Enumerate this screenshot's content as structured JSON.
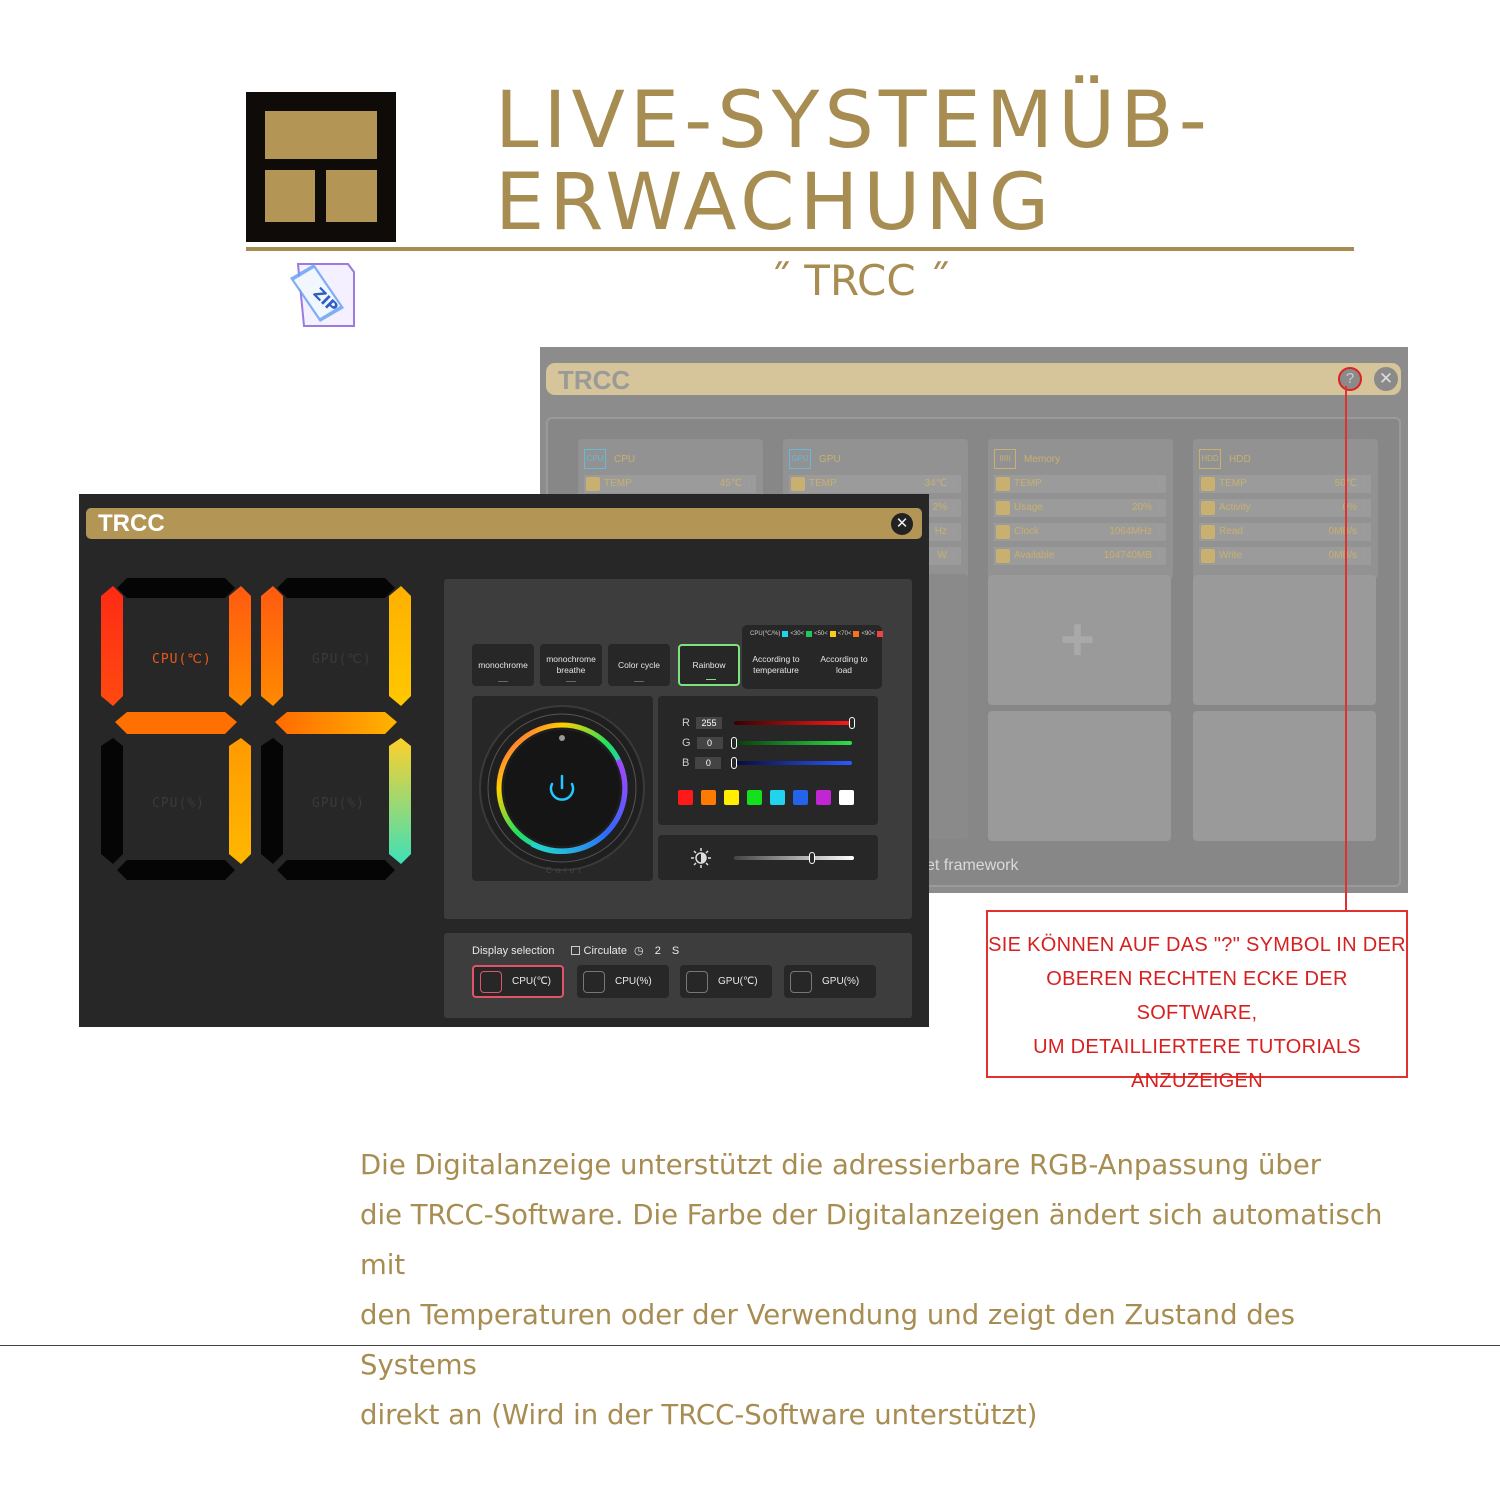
{
  "header": {
    "headline_line1": "LIVE-SYSTEMÜB-",
    "headline_line2": "ERWACHUNG",
    "subtitle": "˝ TRCC ˝",
    "logo_icon": "trcc-logo-icon",
    "zip_icon": "zip-icon"
  },
  "colors": {
    "gold": "#a88d52",
    "callout_red": "#d82020",
    "active_green": "#7de37d",
    "active_pink": "#e0546a"
  },
  "bg_window": {
    "title": "TRCC",
    "help_label": "?",
    "close_label": "✕",
    "cards": [
      {
        "name": "CPU",
        "icon": "CPU",
        "rows": [
          {
            "label": "TEMP",
            "value": "45℃"
          }
        ]
      },
      {
        "name": "GPU",
        "icon": "GPU",
        "rows": [
          {
            "label": "TEMP",
            "value": "34℃"
          }
        ],
        "partial_values": [
          "2%",
          "Hz",
          "W"
        ]
      },
      {
        "name": "Memory",
        "icon": "IIIII",
        "rows": [
          {
            "label": "TEMP",
            "value": ""
          },
          {
            "label": "Usage",
            "value": "20%"
          },
          {
            "label": "Clock",
            "value": "1064MHz"
          },
          {
            "label": "Available",
            "value": "104740MB"
          }
        ]
      },
      {
        "name": "HDD",
        "icon": "HDD",
        "rows": [
          {
            "label": "TEMP",
            "value": "50℃"
          },
          {
            "label": "Activity",
            "value": "0%"
          },
          {
            "label": "Read",
            "value": "0MB/s"
          },
          {
            "label": "Write",
            "value": "0MB/s"
          }
        ]
      }
    ],
    "plus_label": "+",
    "footer_text": "et framework"
  },
  "callout": {
    "lines": [
      "SIE KÖNNEN AUF DAS \"?\" SYMBOL IN DER",
      "OBEREN RECHTEN ECKE DER SOFTWARE,",
      "UM DETAILLIERTERE TUTORIALS",
      "ANZUZEIGEN"
    ]
  },
  "fg_window": {
    "title": "TRCC",
    "close_label": "✕",
    "segments": {
      "top_left": "CPU(℃)",
      "top_right": "GPU(℃)",
      "bottom_left": "CPU(%)",
      "bottom_right": "GPU(%)"
    },
    "modes": [
      {
        "label": "monochrome",
        "active": false
      },
      {
        "label": "monochrome breathe",
        "active": false
      },
      {
        "label": "Color cycle",
        "active": false
      },
      {
        "label": "Rainbow",
        "active": true
      }
    ],
    "according_legend": {
      "prefix": "CPU(℃/%)",
      "steps": [
        {
          "label": "<30<",
          "color": "#22d3ee"
        },
        {
          "label": "<50<",
          "color": "#22c55e"
        },
        {
          "label": "<70<",
          "color": "#facc15"
        },
        {
          "label": "<90<",
          "color": "#f97316"
        },
        {
          "label": "",
          "color": "#ef4444"
        }
      ]
    },
    "according_buttons": [
      "According to temperature",
      "According to load"
    ],
    "wheel_caption": "Color",
    "rgb": {
      "r_label": "R",
      "g_label": "G",
      "b_label": "B",
      "r": 255,
      "g": 0,
      "b": 0
    },
    "swatches": [
      "#ff1a1a",
      "#ff7a00",
      "#ffee00",
      "#14e01e",
      "#22d3ee",
      "#2563eb",
      "#c026d3",
      "#ffffff"
    ],
    "brightness_icon": "brightness-icon",
    "brightness_level": 0.65,
    "display": {
      "label": "Display selection",
      "circulate_label": "Circulate",
      "circulate_value": "2",
      "circulate_unit": "S",
      "buttons": [
        {
          "label": "CPU(℃)",
          "active": true
        },
        {
          "label": "CPU(%)",
          "active": false
        },
        {
          "label": "GPU(℃)",
          "active": false
        },
        {
          "label": "GPU(%)",
          "active": false
        }
      ]
    }
  },
  "description": {
    "lines": [
      "Die Digitalanzeige unterstützt die adressierbare RGB-Anpassung über",
      "die TRCC-Software. Die Farbe der Digitalanzeigen ändert sich automatisch mit",
      "den Temperaturen oder der Verwendung und zeigt den Zustand des Systems",
      "direkt an (Wird in der TRCC-Software unterstützt)"
    ]
  }
}
